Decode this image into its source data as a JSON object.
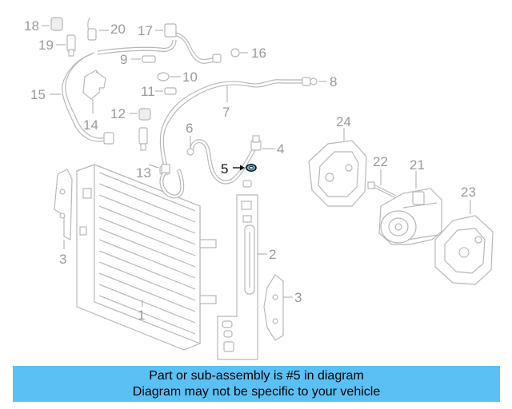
{
  "callouts": {
    "c1": "1",
    "c2": "2",
    "c3a": "3",
    "c3b": "3",
    "c4": "4",
    "c5": "5",
    "c6": "6",
    "c7": "7",
    "c8": "8",
    "c9": "9",
    "c10": "10",
    "c11": "11",
    "c12": "12",
    "c13": "13",
    "c14": "14",
    "c15": "15",
    "c16": "16",
    "c17": "17",
    "c18": "18",
    "c19": "19",
    "c20": "20",
    "c21": "21",
    "c22": "22",
    "c23": "23",
    "c24": "24"
  },
  "highlighted_part": "5",
  "banner": {
    "line1": "Part or sub-assembly is #5 in diagram",
    "line2": "Diagram may not be specific to your vehicle"
  },
  "colors": {
    "banner_background": "#5bc0f4",
    "diagram_line": "#b8b8b8",
    "highlight": "#111111"
  }
}
